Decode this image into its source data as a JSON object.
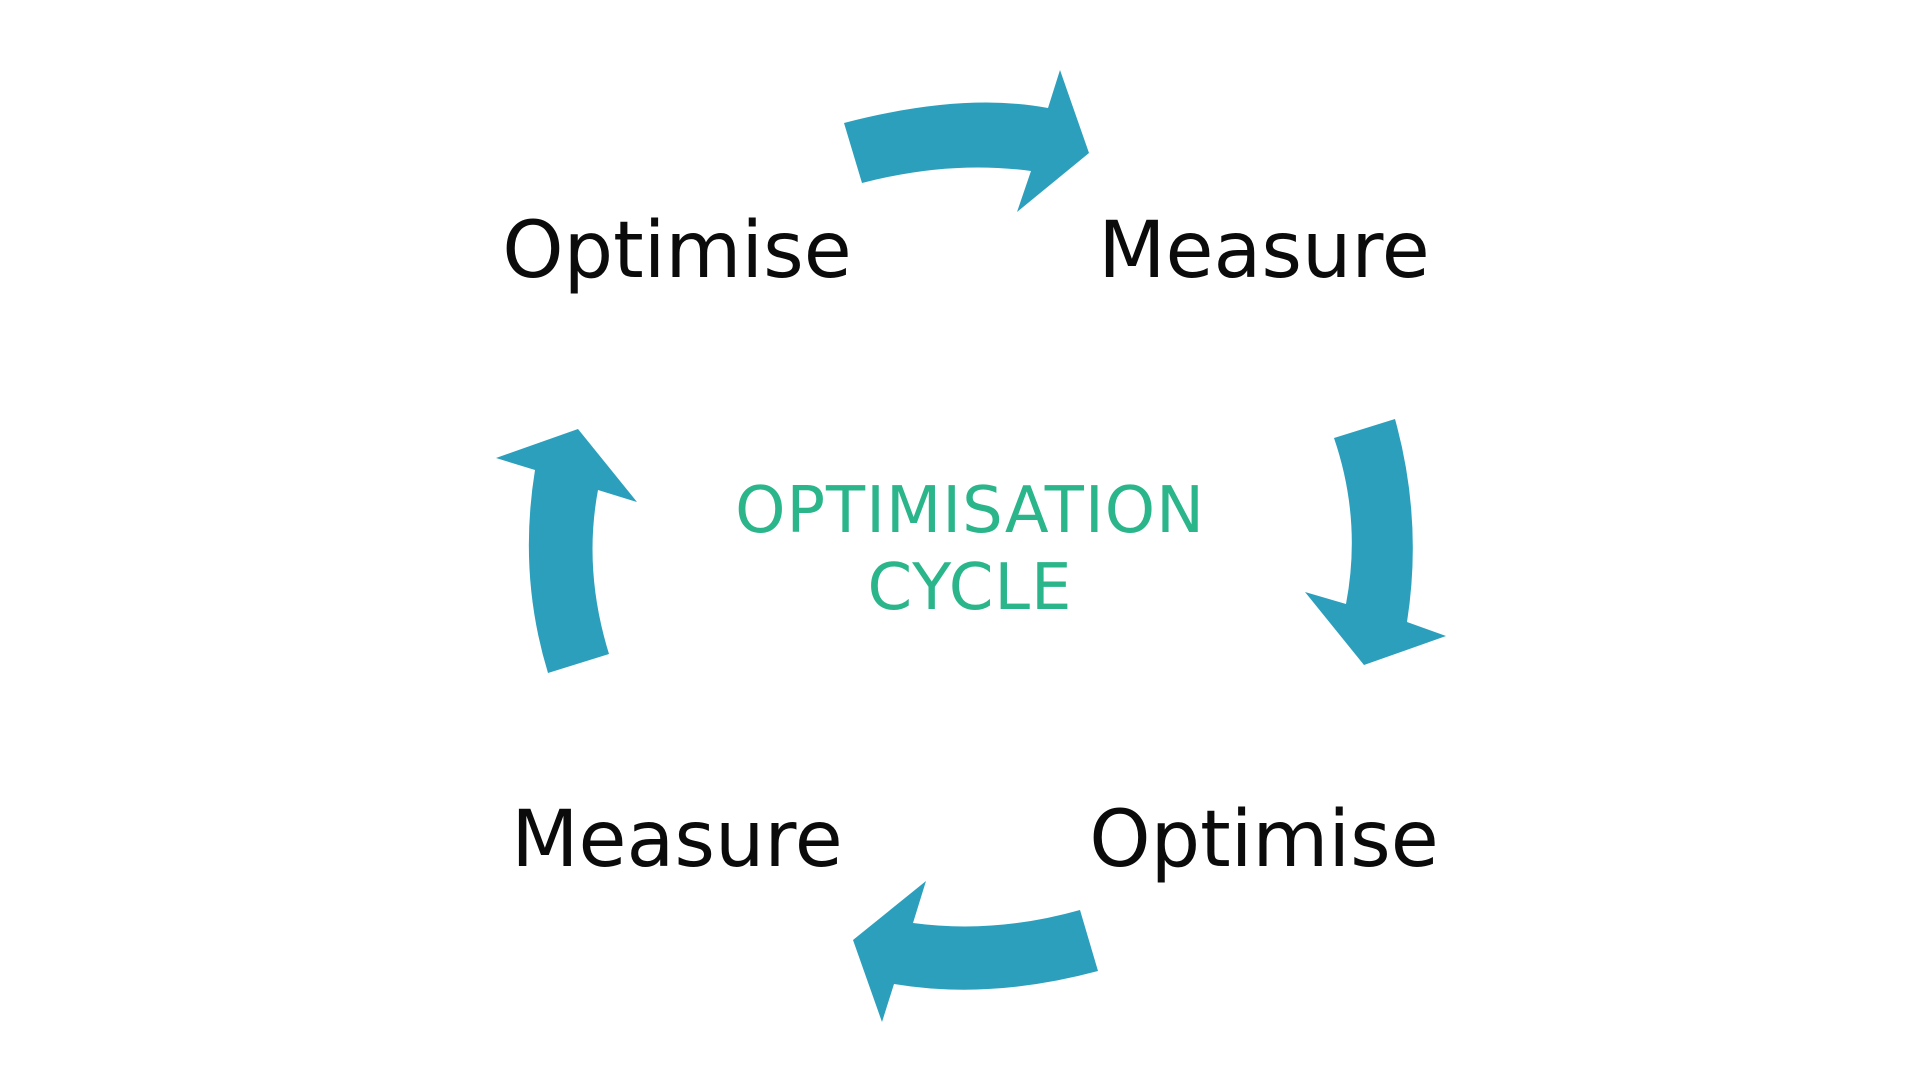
{
  "diagram": {
    "stages": {
      "top_left": "Optimise",
      "top_right": "Measure",
      "bottom_right": "Optimise",
      "bottom_left": "Measure"
    },
    "center": {
      "line1": "OPTIMISATION",
      "line2": "CYCLE"
    },
    "colors": {
      "arrow": "#2C9FBD",
      "center_text": "#2BB58A",
      "label_text": "#0B0B0B",
      "background": "#FFFFFF"
    },
    "arrow_direction": "clockwise"
  }
}
